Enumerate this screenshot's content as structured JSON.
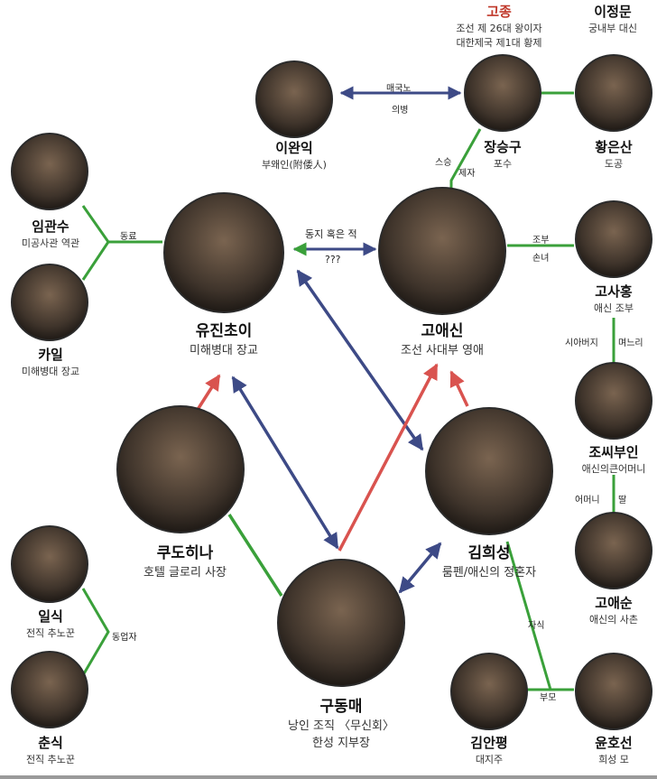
{
  "characters": {
    "gojong": {
      "name": "고종",
      "role1": "조선 제 26대 왕이자",
      "role2": "대한제국 제1대 황제"
    },
    "leejeongmun": {
      "name": "이정문",
      "role": "궁내부 대신"
    },
    "leewanik": {
      "name": "이완익",
      "role": "부왜인(附倭人)"
    },
    "jangseunggu": {
      "name": "장승구",
      "role": "포수"
    },
    "hwangeunsan": {
      "name": "황은산",
      "role": "도공"
    },
    "imgwansu": {
      "name": "임관수",
      "role": "미공사관 역관"
    },
    "kyle": {
      "name": "카일",
      "role": "미해병대 장교"
    },
    "eugene": {
      "name": "유진초이",
      "role": "미해병대 장교"
    },
    "goaesin": {
      "name": "고애신",
      "role": "조선 사대부 영애"
    },
    "gosaheung": {
      "name": "고사홍",
      "role": "애신 조부"
    },
    "josibuin": {
      "name": "조씨부인",
      "role": "애신의큰어머니"
    },
    "goaesun": {
      "name": "고애순",
      "role": "애신의 사촌"
    },
    "kudohina": {
      "name": "쿠도히나",
      "role": "호텔 글로리 사장"
    },
    "kimheeseong": {
      "name": "김희성",
      "role": "룸펜/애신의 정혼자"
    },
    "gudongmae": {
      "name": "구동매",
      "role1": "낭인 조직 〈무신회〉",
      "role2": "한성 지부장"
    },
    "ilsik": {
      "name": "일식",
      "role": "전직 추노꾼"
    },
    "chunsik": {
      "name": "춘식",
      "role": "전직 추노꾼"
    },
    "kimanpyeong": {
      "name": "김안평",
      "role": "대지주"
    },
    "yunhoseon": {
      "name": "윤호선",
      "role": "희성 모"
    }
  },
  "relations": {
    "maeguknoh": "매국노",
    "uibyeong": "의병",
    "seuseung": "스승",
    "jeja": "제자",
    "dongryo": "동료",
    "comrade_or_enemy": "동지 혹은 적",
    "unknown": "???",
    "jobu": "조부",
    "sonnyeo": "손녀",
    "siabeoji": "시아버지",
    "myeoneuri": "며느리",
    "eomeoni": "어머니",
    "ttal": "딸",
    "dongeopja": "동업자",
    "jasik": "자식",
    "bumo": "부모"
  },
  "colors": {
    "green": "#3aa03a",
    "blue": "#3d4a86",
    "red": "#d9534f",
    "accent_red": "#c0392b"
  }
}
